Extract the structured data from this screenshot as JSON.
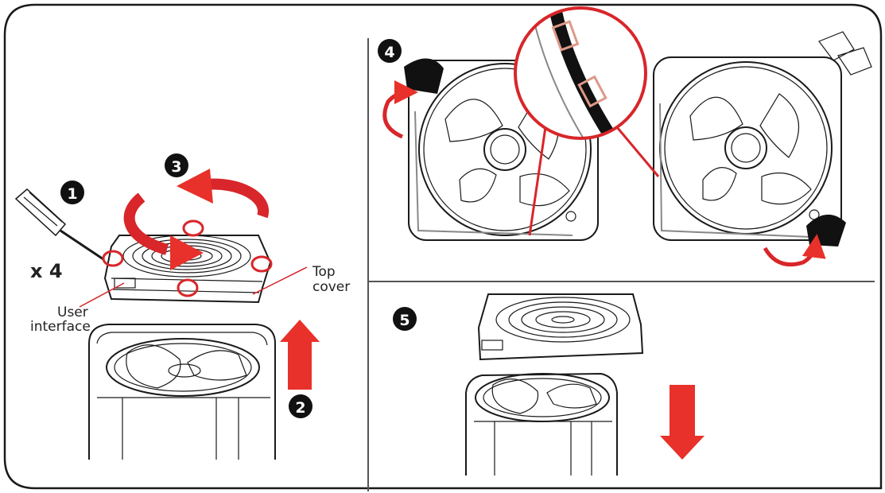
{
  "steps": [
    "1",
    "2",
    "3",
    "4",
    "5"
  ],
  "labels": {
    "multiplier": "x 4",
    "top_cover_line1": "Top",
    "top_cover_line2": "cover",
    "user_interface_line1": "User",
    "user_interface_line2": "interface"
  },
  "colors": {
    "accent_red": "#e8312a",
    "outline": "#1a1a1a",
    "circle_badge": "#111111"
  },
  "icons": [
    "screwdriver-icon",
    "rotation-arrow-icon",
    "up-arrow-icon",
    "down-arrow-icon",
    "magnifier-callout"
  ]
}
